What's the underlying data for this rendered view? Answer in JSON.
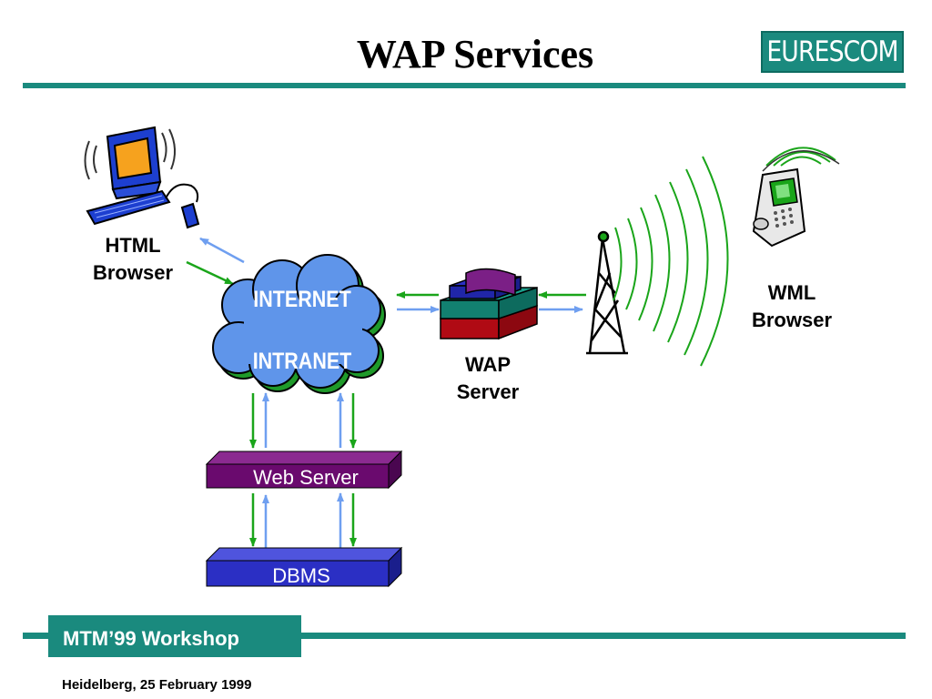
{
  "slide": {
    "title": "WAP Services",
    "logo_text": "EURESCOM",
    "footer_workshop": "MTM’99 Workshop",
    "footer_date": "Heidelberg, 25 February 1999"
  },
  "nodes": {
    "html_browser": {
      "line1": "HTML",
      "line2": "Browser"
    },
    "cloud": {
      "line1": "INTERNET",
      "line2": "INTRANET"
    },
    "wap_server": {
      "line1": "WAP",
      "line2": "Server"
    },
    "wml_browser": {
      "line1": "WML",
      "line2": "Browser"
    },
    "web_server": "Web Server",
    "dbms": "DBMS"
  },
  "colors": {
    "teal": "#1a8a7e",
    "arrow_green": "#1aa51a",
    "arrow_blue": "#6f9ff0",
    "cloud_blue": "#5f95ea",
    "cloud_green": "#1f9a2a",
    "web_server": "#6a0a6e",
    "dbms": "#2b2fc4"
  },
  "icons": [
    "desktop-computer-icon",
    "cloud-icon",
    "wap-server-icon",
    "antenna-tower-icon",
    "radio-waves-icon",
    "mobile-phone-icon"
  ]
}
